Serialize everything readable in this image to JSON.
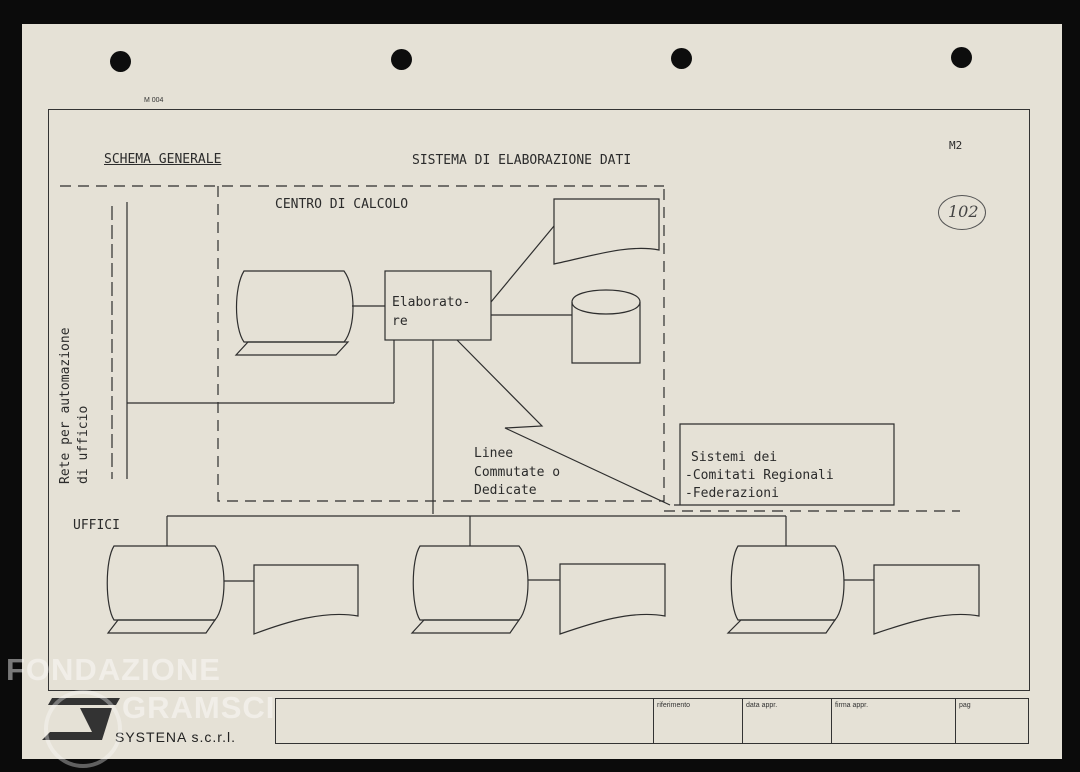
{
  "header": {
    "form_code": "M 004",
    "sheet_id": "M2",
    "handwritten_number": "102",
    "title_left": "SCHEMA GENERALE",
    "title_center": "SISTEMA DI ELABORAZIONE DATI"
  },
  "diagram": {
    "computing_center_label": "CENTRO DI CALCOLO",
    "processor_label_line1": "Elaborato-",
    "processor_label_line2": "re",
    "network_label_line1": "Rete per automazione",
    "network_label_line2": "di ufficio",
    "lines_label_line1": "Linee",
    "lines_label_line2": "Commutate o",
    "lines_label_line3": "Dedicate",
    "systems_line1": "Sistemi dei",
    "systems_line2": "-Comitati Regionali",
    "systems_line3": "-Federazioni",
    "offices_label": "UFFICI"
  },
  "title_block": {
    "company": "SYSTENA  s.c.r.l.",
    "col_riferimento": "riferimento",
    "col_data_appr": "data appr.",
    "col_firma_appr": "firma appr.",
    "col_pag": "pag"
  },
  "watermark": {
    "line1": "FONDAZIONE",
    "line2": "GRAMSCI"
  }
}
